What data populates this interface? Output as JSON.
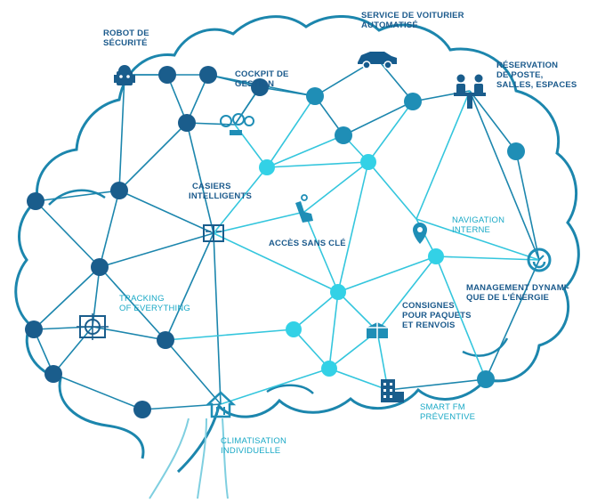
{
  "colors": {
    "outline_dark": "#155b8d",
    "outline_mid": "#1c86ad",
    "link_light": "#34c6dd",
    "node_dark": "#1a5d8c",
    "node_mid": "#1f8eb6",
    "node_light": "#33d1e6",
    "label_dark": "#1b5a8c",
    "label_light": "#1aa9c6"
  },
  "labels": {
    "robot_securite": [
      "ROBOT DE",
      "SÉCURITÉ"
    ],
    "service_voiturier": [
      "SERVICE DE VOITURIER",
      "AUTOMATISÉ"
    ],
    "cockpit": [
      "COCKPIT DE",
      "GESTION"
    ],
    "reservation": [
      "RÉSERVATION",
      "DE POSTE,",
      "SALLES, ESPACES"
    ],
    "casiers": [
      "CASIERS",
      "INTELLIGENTS"
    ],
    "acces": [
      "ACCÈS SANS CLÉ"
    ],
    "navigation": [
      "NAVIGATION",
      "INTERNE"
    ],
    "management": [
      "MANAGEMENT DYNAMI-",
      "QUE DE L'ÉNERGIE"
    ],
    "tracking": [
      "TRACKING",
      "OF EVERYTHING"
    ],
    "consignes": [
      "CONSIGNES",
      "POUR PAQUETS",
      "ET RENVOIS"
    ],
    "smart_fm": [
      "SMART FM",
      "PRÉVENTIVE"
    ],
    "climatisation": [
      "CLIMATISATION",
      "INDIVIDUELLE"
    ]
  },
  "icons": {
    "robot_securite": "robot-icon",
    "service_voiturier": "car-icon",
    "reservation": "people-desk-icon",
    "cockpit": "dashboard-icon",
    "casiers": "locker-icon",
    "acces": "phone-key-icon",
    "navigation": "map-pin-icon",
    "management": "energy-gauge-icon",
    "tracking": "tracking-target-icon",
    "consignes": "package-box-icon",
    "smart_fm": "building-icon",
    "climatisation": "house-climate-icon"
  }
}
